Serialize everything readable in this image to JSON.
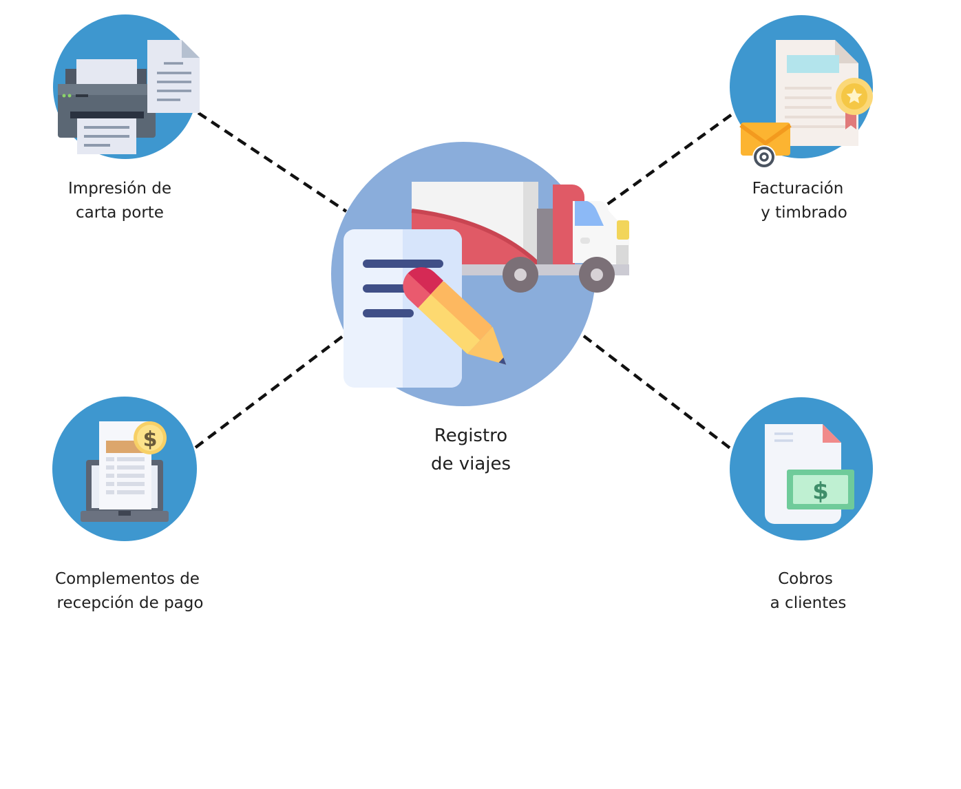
{
  "center": {
    "line1": "Registro",
    "line2": "de viajes",
    "icon": "truck-document-pencil-icon"
  },
  "nodes": [
    {
      "id": "impresion",
      "line1": "Impresión de",
      "line2": "carta porte",
      "icon": "printer-document-icon"
    },
    {
      "id": "facturacion",
      "line1": "Facturación",
      "line2": "y timbrado",
      "icon": "certificate-email-icon"
    },
    {
      "id": "complementos",
      "line1": "Complementos de",
      "line2": "recepción de pago",
      "icon": "laptop-invoice-dollar-icon"
    },
    {
      "id": "cobros",
      "line1": "Cobros",
      "line2": "a clientes",
      "icon": "invoice-banknote-icon"
    }
  ],
  "colors": {
    "node_circle": "#3e97cf",
    "center_circle": "#8aaddb",
    "connector": "#111111",
    "text": "#1f1f1f"
  }
}
